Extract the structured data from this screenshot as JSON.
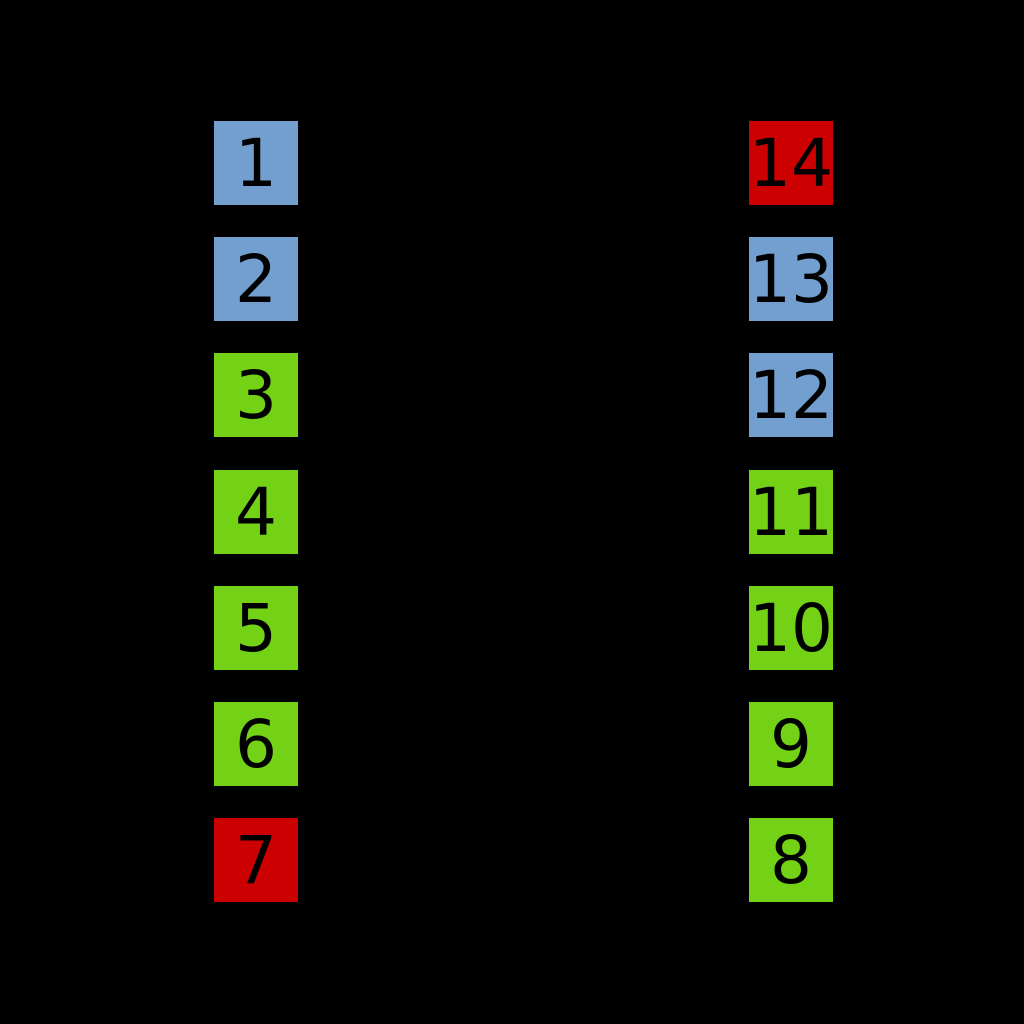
{
  "diagram": {
    "background": "#000000",
    "colors": {
      "blue": "#729fcf",
      "green": "#73d216",
      "red": "#cc0000",
      "text": "#000000"
    },
    "left_column": {
      "pins": [
        {
          "number": "1",
          "color": "blue"
        },
        {
          "number": "2",
          "color": "blue"
        },
        {
          "number": "3",
          "color": "green"
        },
        {
          "number": "4",
          "color": "green"
        },
        {
          "number": "5",
          "color": "green"
        },
        {
          "number": "6",
          "color": "green"
        },
        {
          "number": "7",
          "color": "red"
        }
      ]
    },
    "right_column": {
      "pins": [
        {
          "number": "14",
          "color": "red"
        },
        {
          "number": "13",
          "color": "blue"
        },
        {
          "number": "12",
          "color": "blue"
        },
        {
          "number": "11",
          "color": "green"
        },
        {
          "number": "10",
          "color": "green"
        },
        {
          "number": "9",
          "color": "green"
        },
        {
          "number": "8",
          "color": "green"
        }
      ]
    }
  }
}
